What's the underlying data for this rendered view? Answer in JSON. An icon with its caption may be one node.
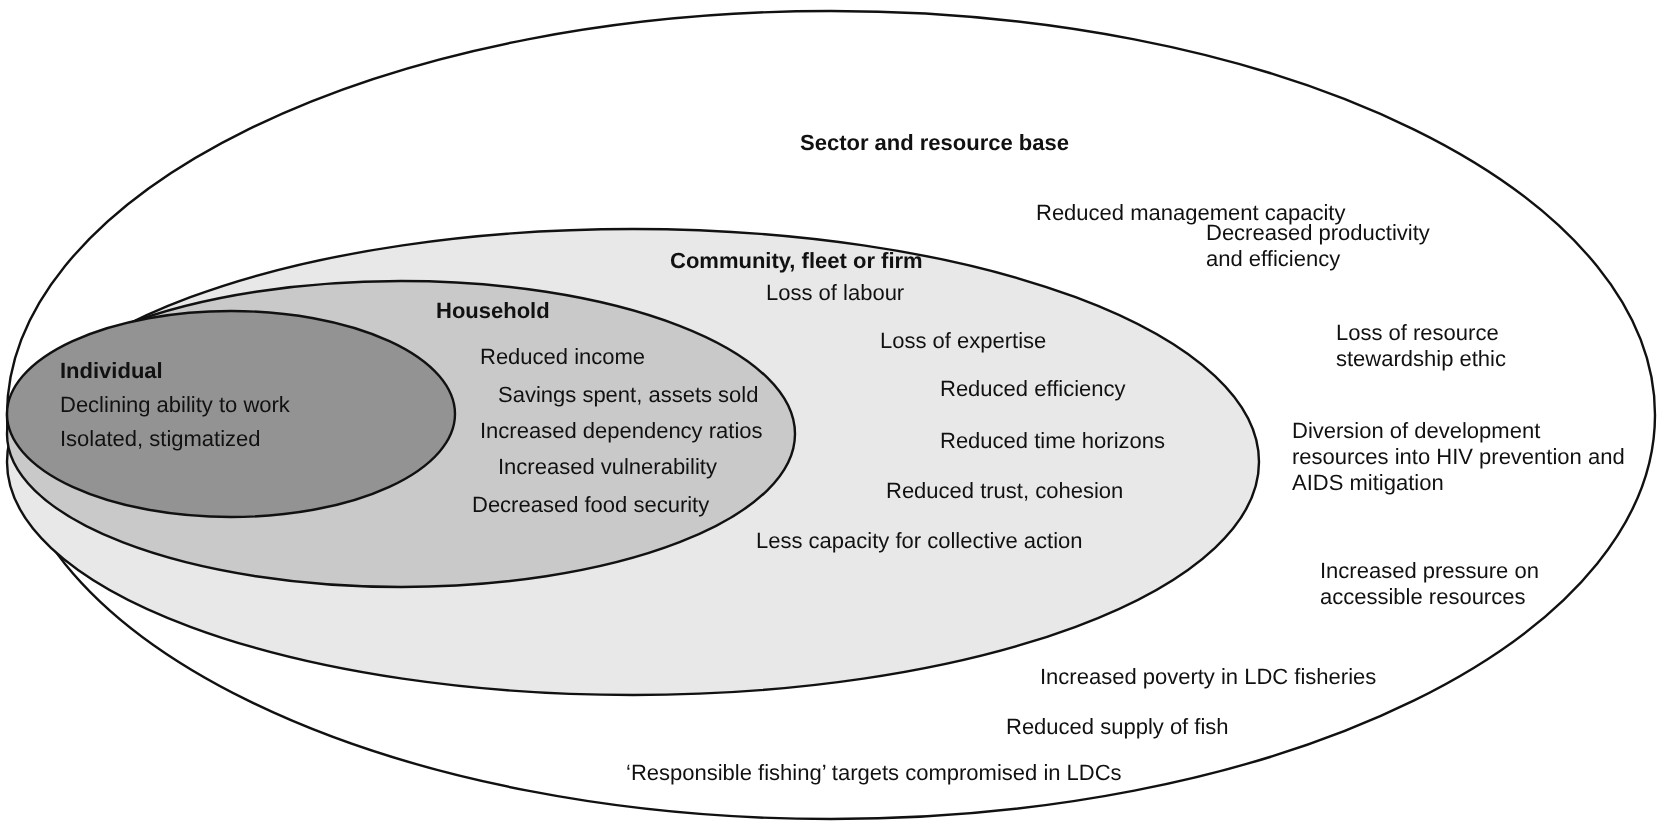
{
  "diagram": {
    "nodes": [
      {
        "text": [
          "Sector and resource base",
          "Reduced management capacity",
          "Decreased productivity and efficiency",
          "Loss of resource stewardship ethic",
          "Diversion of development resources into HIV prevention and AIDS mitigation",
          "Increased pressure on accessible resources",
          "Increased poverty in LDC fisheries",
          "Reduced supply of fish",
          "‘Responsible fishing’ targets compromised in LDCs"
        ]
      },
      {
        "text": [
          "Community, fleet or firm",
          "Loss of labour",
          "Loss of expertise",
          "Reduced efficiency",
          "Reduced time horizons",
          "Reduced trust, cohesion",
          "Less capacity for collective action"
        ],
        "in": 0
      },
      {
        "text": [
          "Household",
          "Reduced income",
          "Savings spent, assets sold",
          "Increased dependency ratios",
          "Increased vulnerability",
          "Decreased food security"
        ],
        "in": 1
      },
      {
        "text": [
          "Individual",
          "Declining ability to work",
          "Isolated, stigmatized"
        ],
        "in": 2
      }
    ],
    "edges": []
  }
}
